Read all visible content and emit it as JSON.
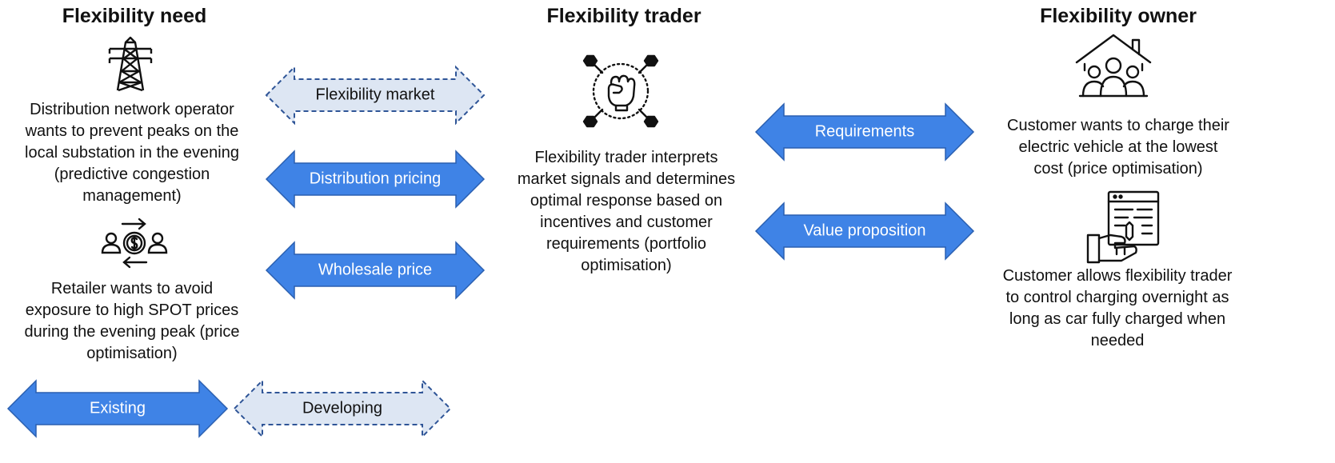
{
  "columns": {
    "need": {
      "heading": "Flexibility need",
      "item1": [
        "Distribution network operator",
        "wants to prevent peaks on the",
        "local substation in the evening",
        "(predictive congestion",
        "management)"
      ],
      "item2": [
        "Retailer wants to avoid",
        "exposure to high SPOT prices",
        "during the evening peak (price",
        "optimisation)"
      ]
    },
    "trader": {
      "heading": "Flexibility trader",
      "desc": [
        "Flexibility trader interprets",
        "market signals and determines",
        "optimal response based on",
        "incentives and customer",
        "requirements  (portfolio",
        "optimisation)"
      ]
    },
    "owner": {
      "heading": "Flexibility owner",
      "item1": [
        "Customer wants to charge their",
        "electric vehicle at the lowest",
        "cost (price optimisation)"
      ],
      "item2": [
        "Customer allows flexibility trader",
        "to control charging overnight as",
        "long as car fully charged when",
        "needed"
      ]
    }
  },
  "arrows": {
    "flex_market": "Flexibility market",
    "dist_pricing": "Distribution pricing",
    "wholesale": "Wholesale price",
    "requirements": "Requirements",
    "value_prop": "Value proposition"
  },
  "legend": {
    "existing": "Existing",
    "developing": "Developing"
  },
  "icons": {
    "pylon": "transmission-tower-icon",
    "retailer": "money-exchange-icon",
    "trader": "fist-network-icon",
    "house": "house-family-icon",
    "control": "remote-control-hand-icon"
  },
  "colors": {
    "solid_fill": "#3f83e6",
    "solid_stroke": "#2a5fb0",
    "dashed_fill": "#dde6f3",
    "dashed_stroke": "#2f5597"
  }
}
